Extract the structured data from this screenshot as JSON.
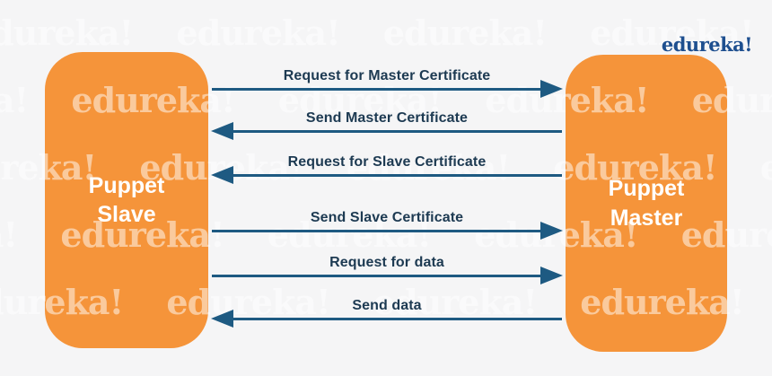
{
  "title": "Puppet Slave and Puppet Master certificate exchange diagram",
  "logo": {
    "text": "edureka!"
  },
  "watermark": {
    "text": "edureka!",
    "row": "edureka! edureka! edureka! edureka! edureka! edureka!"
  },
  "actors": {
    "slave": {
      "label": "Puppet Slave",
      "lines": [
        "Puppet",
        "Slave"
      ]
    },
    "master": {
      "label": "Puppet Master",
      "lines": [
        "Puppet",
        "Master"
      ]
    }
  },
  "arrows": [
    {
      "label": "Request for Master Certificate",
      "direction": "right"
    },
    {
      "label": "Send Master Certificate",
      "direction": "left"
    },
    {
      "label": "Request for Slave Certificate",
      "direction": "left"
    },
    {
      "label": "Send Slave Certificate",
      "direction": "right"
    },
    {
      "label": "Request for data",
      "direction": "right"
    },
    {
      "label": "Send data",
      "direction": "left"
    }
  ],
  "colors": {
    "bg": "#f5f5f6",
    "orange": "#f5943a",
    "arrow-blue": "#1e5a82",
    "label-navy": "#1d3a52",
    "logo-blue": "#1e4f8f",
    "box-text": "#ffffff"
  }
}
